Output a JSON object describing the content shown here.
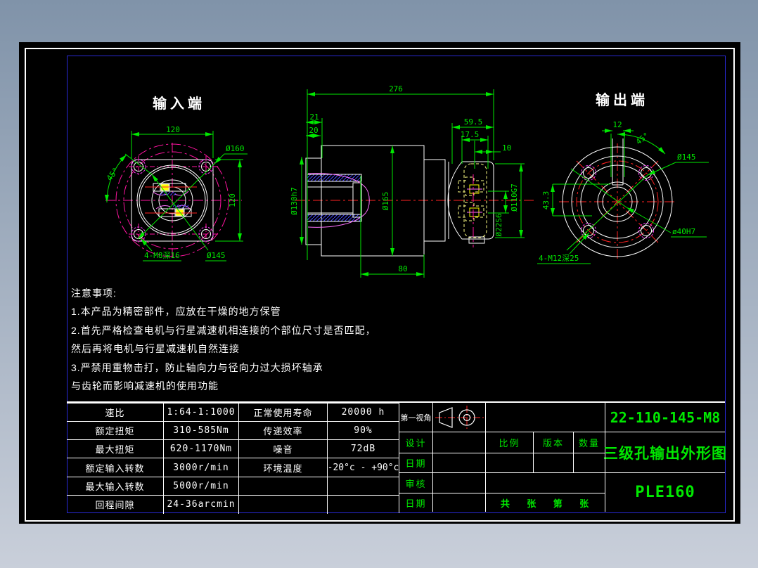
{
  "colors": {
    "background_top": "#8093a9",
    "background_bottom": "#c9cfda",
    "paper": "#000000",
    "frame": "#2a2ad8",
    "lines": "#ffffff",
    "dims": "#00e800",
    "centerline": "#ff2222",
    "phantom": "#ff14a0",
    "hidden": "#ffff86",
    "hatch": "#4646ff",
    "highlight": "#ffff00"
  },
  "views": {
    "input": {
      "title": "输入端",
      "dims": {
        "width": "120",
        "height": "120",
        "d160": "Ø160",
        "d145": "Ø145",
        "angle": "45°",
        "tap": "4-M8深16"
      }
    },
    "side": {
      "dims": {
        "len": "276",
        "t21": "21",
        "t20": "20",
        "l595": "59.5",
        "l175": "17.5",
        "l10": "10",
        "l80": "80",
        "d130": "Ø130h7",
        "d165": "Ø165",
        "d110": "Ø110G7",
        "d22": "Ø22S6"
      }
    },
    "output": {
      "title": "输出端",
      "dims": {
        "key": "12",
        "angle": "45°",
        "d145": "Ø145",
        "k433": "43.3",
        "d40": "ø40H7",
        "tap": "4-M12深25"
      }
    }
  },
  "notes": {
    "heading": "注意事项:",
    "lines": [
      "1.本产品为精密部件，应放在干燥的地方保管",
      "2.首先严格检查电机与行星减速机相连接的个部位尺寸是否匹配，",
      "然后再将电机与行星减速机自然连接",
      "3.严禁用重物击打，防止轴向力与径向力过大损坏轴承",
      "与齿轮而影响减速机的使用功能"
    ]
  },
  "spec": {
    "rows": [
      {
        "c1": "速比",
        "c2": "1:64-1:1000",
        "c3": "正常使用寿命",
        "c4": "20000 h"
      },
      {
        "c1": "额定扭矩",
        "c2": "310-585Nm",
        "c3": "传递效率",
        "c4": "90%"
      },
      {
        "c1": "最大扭矩",
        "c2": "620-1170Nm",
        "c3": "噪音",
        "c4": "72dB"
      },
      {
        "c1": "额定输入转数",
        "c2": "3000r/min",
        "c3": "环境温度",
        "c4": "-20°c - +90°c"
      },
      {
        "c1": "最大输入转数",
        "c2": "5000r/min",
        "c3": "",
        "c4": ""
      },
      {
        "c1": "回程间隙",
        "c2": "24-36arcmin",
        "c3": "",
        "c4": ""
      }
    ]
  },
  "title_block": {
    "projection": "第一视角",
    "design": "设计",
    "date1": "日期",
    "review": "审核",
    "date2": "日期",
    "scale": "比例",
    "version": "版本",
    "quantity": "数量",
    "sheets": "共    张    第    张",
    "code": "22-110-145-M8",
    "name": "三级孔输出外形图",
    "model": "PLE160"
  }
}
